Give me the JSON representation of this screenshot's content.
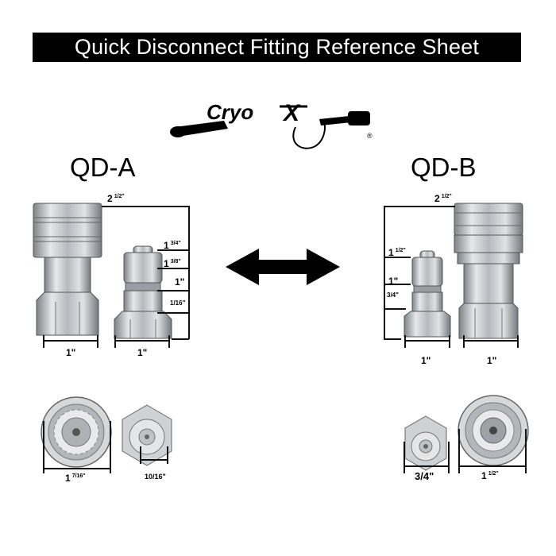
{
  "header": {
    "title": "Quick Disconnect Fitting Reference Sheet"
  },
  "logo": {
    "text": "Cryo",
    "text_x": "X",
    "registered": "®"
  },
  "qd_a": {
    "label": "QD-A",
    "overall_height_whole": "2",
    "overall_height_frac": "1/2\"",
    "plug_height_whole": "1",
    "plug_height_frac": "3/4\"",
    "plug_tip_whole": "1",
    "plug_tip_frac": "3/8\"",
    "plug_mid": "1\"",
    "plug_base_frac": "1/16\"",
    "coupler_width": "1\"",
    "plug_width": "1\"",
    "coupler_face_whole": "1",
    "coupler_face_frac": "7/16\"",
    "plug_face": "10/16\""
  },
  "qd_b": {
    "label": "QD-B",
    "overall_height_whole": "2",
    "overall_height_frac": "1/2\"",
    "plug_height_whole": "1",
    "plug_height_frac": "1/2\"",
    "plug_mid": "1\"",
    "plug_base": "3/4\"",
    "plug_width": "1\"",
    "coupler_width": "1\"",
    "plug_face": "3/4\"",
    "coupler_face_whole": "1",
    "coupler_face_frac": "1/2\""
  },
  "icons": {
    "arrow": "double-headed-arrow-icon",
    "colors": {
      "steel_light": "#e4e6e8",
      "steel_mid": "#b7bbbf",
      "steel_dark": "#80858a"
    }
  }
}
